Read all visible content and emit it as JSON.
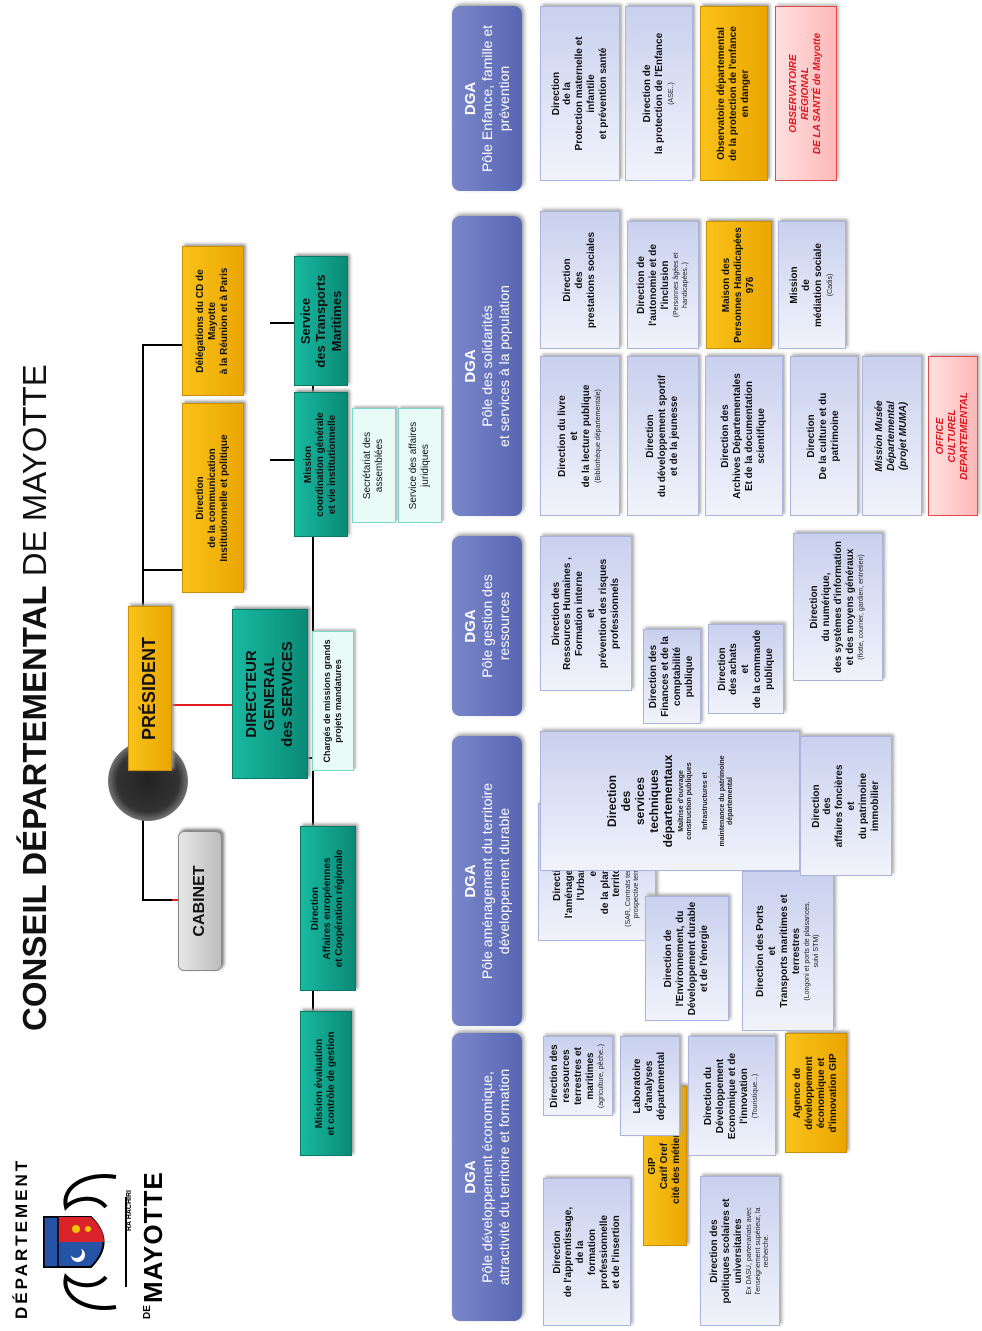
{
  "header": {
    "title_bold": "CONSEIL DÉPARTEMENTAL",
    "title_light": " DE MAYOTTE"
  },
  "logo": {
    "top_text": "DÉPARTEMENT",
    "de": "DE",
    "bottom_text": "MAYOTTE",
    "motto": "RA HACHIRI"
  },
  "colors": {
    "dga_header": "#6874bd",
    "service_blue": "#dbe0f5",
    "yellow": "#f4b400",
    "green": "#11a38c",
    "red_text": "#e0161f"
  },
  "top": {
    "cabinet": "CABINET",
    "president": "PRÉSIDENT",
    "communication": "Direction\nde la communication\nInstitutionnelle et politique",
    "delegations": "Délégations du CD de\nMayotte\nà la Réunion et à Paris",
    "dgs": "DIRECTEUR\nGENERAL\ndes SERVICES",
    "charges": "Chargés de missions grands\nprojets  mandatures",
    "mission_eval": "Mission évaluation\net contrôle de gestion",
    "affaires_euro": "Direction\nAffaires européennes\net Coopération régionale",
    "mission_coord": "Mission\ncoordination générale\net vie institutionnelle",
    "secretariat": "Secrétariat des\nassemblées",
    "affaires_jur": "Service des affaires\njuridiques",
    "transports_maritimes": "Service\ndes Transports\nMaritimes"
  },
  "dgas": [
    {
      "label": "DGA",
      "pole": "Pôle développement économique,\nattractivité du territoire et formation"
    },
    {
      "label": "DGA",
      "pole": "Pôle aménagement du territoire\ndéveloppement durable"
    },
    {
      "label": "DGA",
      "pole": "Pôle gestion des\nressources"
    },
    {
      "label": "DGA",
      "pole": "Pôle des solidarités\net services à la population"
    },
    {
      "label": "DGA",
      "pole": "Pôle Enfance, famille et\nprévention"
    }
  ],
  "services": {
    "apprentissage": {
      "title": "Direction\nde  l'apprentissage,\nde la\nformation\nprofessionnelle\net de l'insertion"
    },
    "gip_carif": {
      "title": "GIP\nCarif Oref\ncité des métiers"
    },
    "politiques_scolaires": {
      "title": "Direction des\npolitiques scolaires et\nuniversitaires",
      "sub": "Ex DASU, partenariats avec\nl'enseignement supérieur, la\nrecherche."
    },
    "ressources_terrestres": {
      "title": "Direction des ressources\nterrestres et maritimes",
      "sub": "(agriculture, pêche..)"
    },
    "laboratoire": {
      "title": "Laboratoire\nd'analyses\ndépartemental"
    },
    "developpement_eco": {
      "title": "Direction du\nDéveloppement\nEconomique et de\nl'innovation",
      "sub": "(Touristique...)"
    },
    "agence_dev": {
      "title": "Agence de\ndéveloppement\néconomique et\nd'innovation GIP"
    },
    "urbanisme": {
      "title": "Direction de\nl'aménagement , de\nl'Urbanisme\net\nde la planification\nterritoriale",
      "sub": "(SAR, Contrats territoriaux, veille et\nprospective territoriale, SIG...)"
    },
    "environnement": {
      "title": "Direction de\nl'Environnement, du\nDéveloppement durable\net de l'énergie"
    },
    "ports": {
      "title": "Direction des Ports\net\nTransports maritimes et\nterrestres",
      "sub": "(Longoni et ports de plaisances,\nsuivi STM)"
    },
    "services_techniques": {
      "title": "Direction\ndes\nservices\ntechniques\ndépartementaux",
      "sub": "Maîtrise d'ouvrage\nconstruction  publiques\n\nInfrastructures et\n\nmaintenance du patrimoine\ndépartemental"
    },
    "affaires_foncieres": {
      "title": "Direction\ndes\naffaires foncières\net\ndu patrimoine\nimmobilier"
    },
    "rh": {
      "title": "Direction des\nRessources Humaines ,\nFormation interne\net\nprévention des risques\nprofessionnels"
    },
    "finances": {
      "title": "Direction des Finances et de la\ncomptabilité publique"
    },
    "achats": {
      "title": "Direction\ndes achats\net\nde la commande\npublique"
    },
    "numerique": {
      "title": "Direction\ndu numérique,\ndes systèmes d'information\net des moyens généraux",
      "sub": "(flotte, courrier, gardien, entretien)"
    },
    "livre": {
      "title": "Direction du livre\net\nde la lecture publique",
      "sub": "(Bibliothèque départementale)"
    },
    "sportif": {
      "title": "Direction\ndu développement sportif\net de la jeunesse"
    },
    "archives": {
      "title": "Direction des\nArchives Départementales\nEt de la documentation\nscientifique"
    },
    "culture": {
      "title": "Direction\nDe la culture et du\npatrimoine"
    },
    "muma": {
      "title": "Mission Musée\nDépartemental\n(projet MUMA)"
    },
    "office_culturel": {
      "title": "OFFICE\nCULTUREL\nDEPARTEMENTAL"
    },
    "prestations": {
      "title": "Direction\ndes\nprestations sociales"
    },
    "autonomie": {
      "title": "Direction de\nl'autonomie et de\nl'inclusion",
      "sub": "(Personnes âgées et\nhandicapées..)"
    },
    "mdph": {
      "title": "Maison des\nPersonnes Handicapées\n976"
    },
    "mediation": {
      "title": "Mission\nde\nmédiation sociale",
      "sub": "(Cadis)"
    },
    "pmi": {
      "title": "Direction\nde la\nProtection maternelle et\ninfantile\net prévention santé"
    },
    "ase": {
      "title": "Direction de\nla protection de l'Enfance",
      "sub": "(ASE..)"
    },
    "observatoire_dep": {
      "title": "Observatoire départemental\nde la protection de l'enfance\nen danger"
    },
    "observatoire_sante": {
      "title": "OBSERVATOIRE\nRÉGIONAL\nDE LA SANTÉ de Mayotte"
    }
  }
}
